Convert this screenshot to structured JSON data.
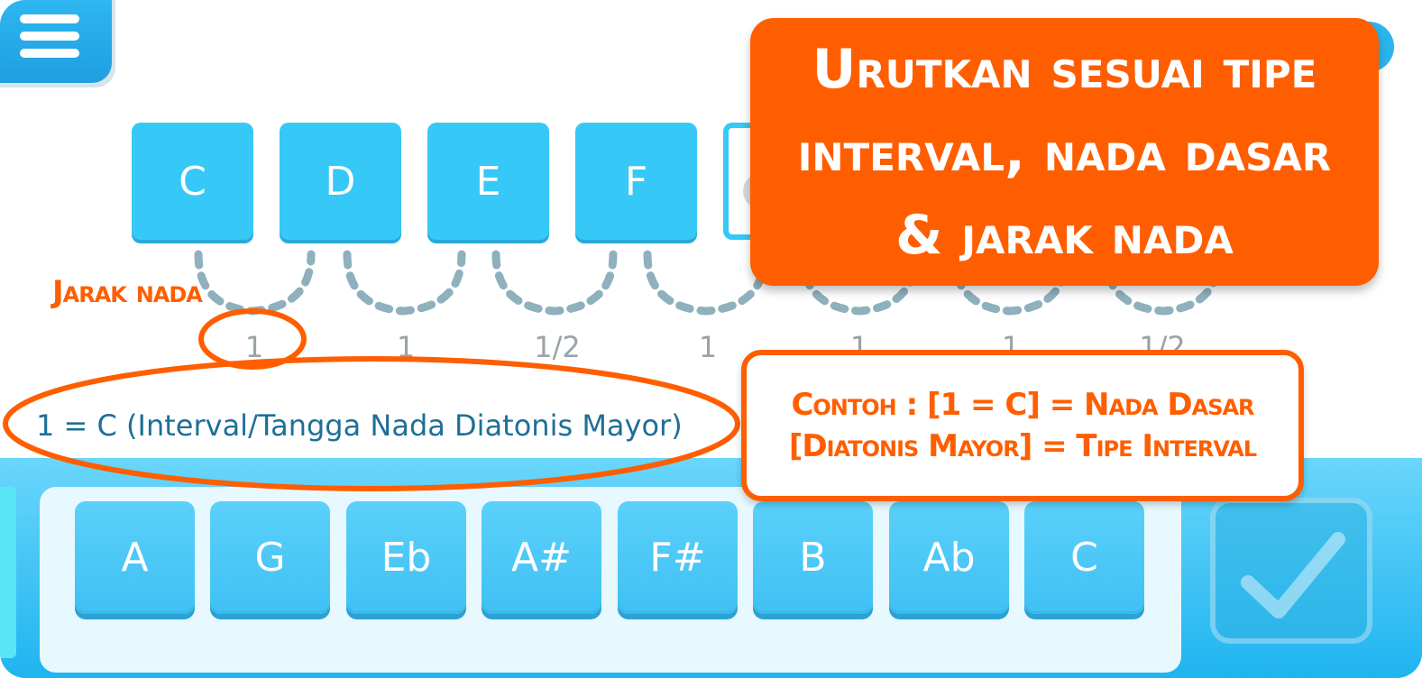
{
  "slots": [
    "C",
    "D",
    "E",
    "F",
    ""
  ],
  "intervals": [
    "1",
    "1",
    "1/2",
    "1",
    "1",
    "1",
    "1/2"
  ],
  "scale_label": "1 = C (Interval/Tangga Nada Diatonis Mayor)",
  "tiles": [
    "A",
    "G",
    "Eb",
    "A#",
    "F#",
    "B",
    "Ab",
    "C"
  ],
  "annotation": {
    "title": "Urutkan sesuai tipe interval, nada dasar & jarak nada",
    "jarak_label": "Jarak nada",
    "example_line1": "Contoh : [1 = C] = Nada Dasar",
    "example_line2": "[Diatonis Mayor] = Tipe Interval"
  },
  "icons": {
    "menu": "hamburger-menu-icon",
    "submit": "checkmark-icon"
  },
  "colors": {
    "primary": "#36c8f6",
    "accent": "#ff5e00",
    "label_text": "#1e6f97"
  }
}
